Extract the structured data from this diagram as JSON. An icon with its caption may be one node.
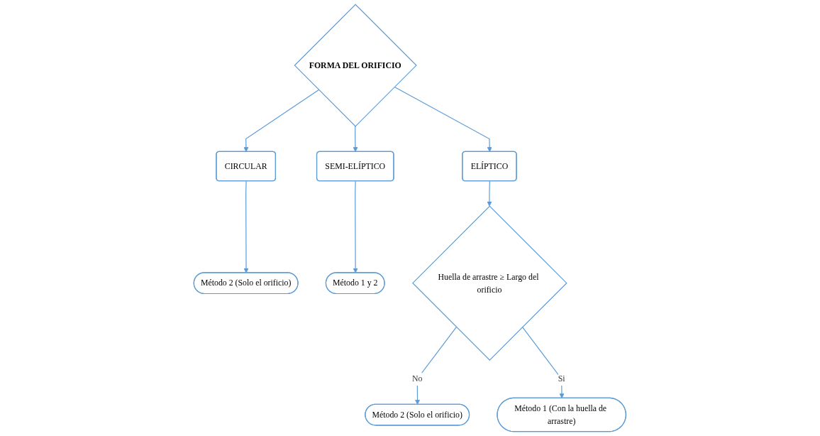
{
  "diagram": {
    "nodes": [
      {
        "text": [
          "FORMA DEL ORIFICIO"
        ]
      },
      {
        "text": [
          "ELÍPTICO"
        ]
      },
      {
        "text": [
          "CIRCULAR"
        ]
      },
      {
        "text": [
          "SEMI-ELÍPTICO"
        ]
      },
      {
        "text": [
          "Método 2 (Solo el orificio)"
        ]
      },
      {
        "text": [
          "Método 1 y 2"
        ]
      },
      {
        "text": [
          "Huella de arrastre ≥ Largo del orificio"
        ]
      },
      {
        "text": [
          "Método 2 (Solo el orificio)"
        ]
      },
      {
        "text": [
          "Método 1 (Con la huella de arrastre)"
        ]
      }
    ],
    "edges": [
      {
        "from": 0,
        "to": 1,
        "arrow": "to"
      },
      {
        "from": 0,
        "to": 2,
        "arrow": "to"
      },
      {
        "from": 0,
        "to": 3,
        "arrow": "to"
      },
      {
        "from": 2,
        "to": 4,
        "arrow": "to"
      },
      {
        "from": 3,
        "to": 5,
        "arrow": "to"
      },
      {
        "from": 1,
        "to": 6,
        "arrow": "to"
      },
      {
        "from": 6,
        "to": 7,
        "label": "No",
        "arrow": "to"
      },
      {
        "from": 6,
        "to": 8,
        "label": "Si",
        "arrow": "to"
      }
    ]
  }
}
